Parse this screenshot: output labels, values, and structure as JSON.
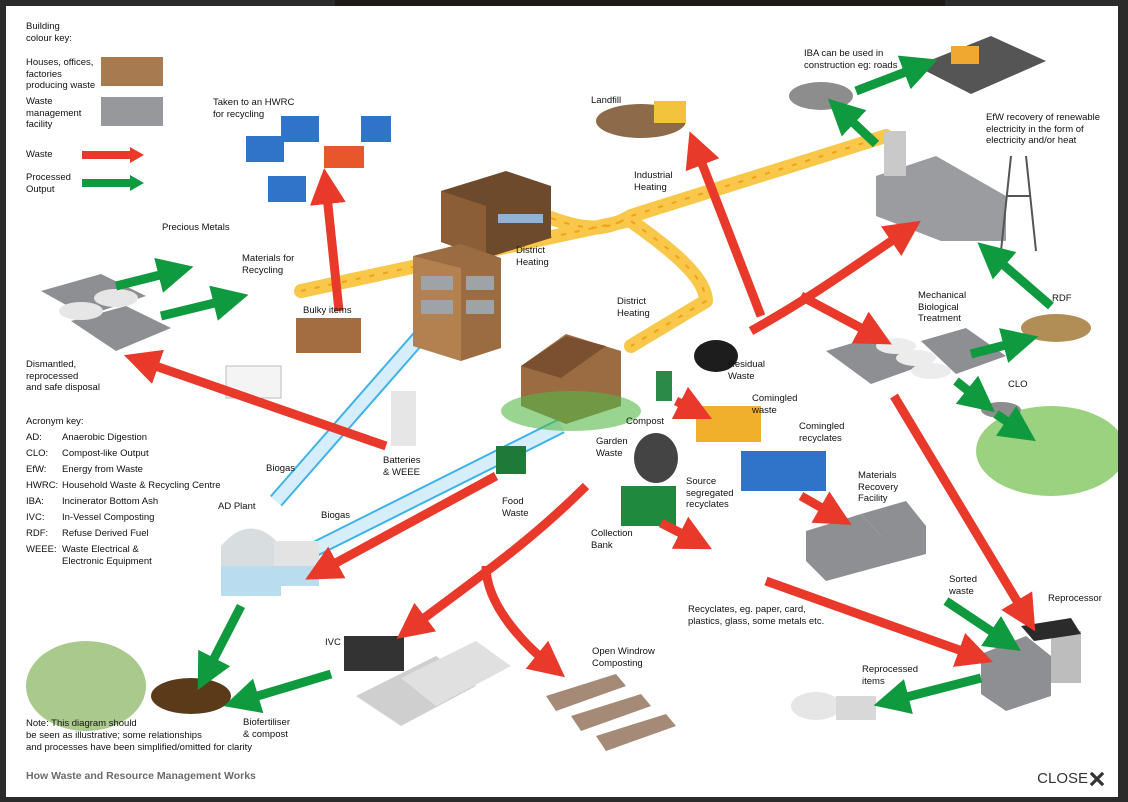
{
  "title": "How Waste and Resource Management Works",
  "close_label": "CLOSE",
  "colors": {
    "waste_arrow": "#e8392b",
    "output_arrow": "#109a3f",
    "producer_building": "#a77a4f",
    "facility_building": "#96989b",
    "heat_pipe": "#f9c84a",
    "biogas_pipe": "#bfe3f7",
    "footer_title": "#6b6b6b"
  },
  "building_key": {
    "title": "Building\ncolour key:",
    "items": [
      {
        "label": "Houses, offices,\nfactories\nproducing waste",
        "color": "#a77a4f"
      },
      {
        "label": "Waste\nmanagement\nfacility",
        "color": "#96989b"
      }
    ]
  },
  "arrow_key": [
    {
      "label": "Waste",
      "color": "#e8392b"
    },
    {
      "label": "Processed\nOutput",
      "color": "#109a3f"
    }
  ],
  "acronym_key": {
    "title": "Acronym key:",
    "items": [
      {
        "abbr": "AD:",
        "meaning": "Anaerobic Digestion"
      },
      {
        "abbr": "CLO:",
        "meaning": "Compost-like Output"
      },
      {
        "abbr": "EfW:",
        "meaning": "Energy from Waste"
      },
      {
        "abbr": "HWRC:",
        "meaning": "Household Waste & Recycling Centre"
      },
      {
        "abbr": "IBA:",
        "meaning": "Incinerator Bottom Ash"
      },
      {
        "abbr": "IVC:",
        "meaning": "In-Vessel Composting"
      },
      {
        "abbr": "RDF:",
        "meaning": "Refuse Derived Fuel"
      },
      {
        "abbr": "WEEE:",
        "meaning": "Waste Electrical &\nElectronic Equipment"
      }
    ]
  },
  "note": "Note: This diagram should\nbe seen as illustrative; some relationships\nand processes have been simplified/omitted for clarity",
  "labels": {
    "hwrc": "Taken to an HWRC\nfor recycling",
    "precious_metals": "Precious Metals",
    "materials_for_recycling": "Materials for\nRecycling",
    "bulky_items": "Bulky items",
    "dismantled": "Dismantled,\nreprocessed\nand safe disposal",
    "landfill": "Landfill",
    "industrial_heating": "Industrial\nHeating",
    "district_heating_1": "District\nHeating",
    "district_heating_2": "District\nHeating",
    "iba_roads": "IBA can be used in\nconstruction eg: roads",
    "efw_recovery": "EfW recovery of renewable\nelectricity in the form of\nelectricity and/or heat",
    "mbt": "Mechanical\nBiological\nTreatment",
    "rdf": "RDF",
    "clo": "CLO",
    "residual_waste": "Residual\nWaste",
    "comingled_waste": "Comingled\nwaste",
    "comingled_recyclates": "Comingled\nrecyclates",
    "compost": "Compost",
    "garden_waste": "Garden\nWaste",
    "food_waste": "Food\nWaste",
    "source_segregated": "Source\nsegregated\nrecyclates",
    "collection_bank": "Collection\nBank",
    "mrf": "Materials\nRecovery\nFacility",
    "sorted_waste": "Sorted\nwaste",
    "reprocessor": "Reprocessor",
    "recyclates_eg": "Recyclates, eg. paper, card,\nplastics, glass, some metals etc.",
    "reprocessed_items": "Reprocessed\nitems",
    "batteries_weee": "Batteries\n& WEEE",
    "biogas_1": "Biogas",
    "biogas_2": "Biogas",
    "ad_plant": "AD Plant",
    "ivc": "IVC",
    "open_windrow": "Open Windrow\nComposting",
    "biofertiliser": "Biofertiliser\n& compost"
  }
}
